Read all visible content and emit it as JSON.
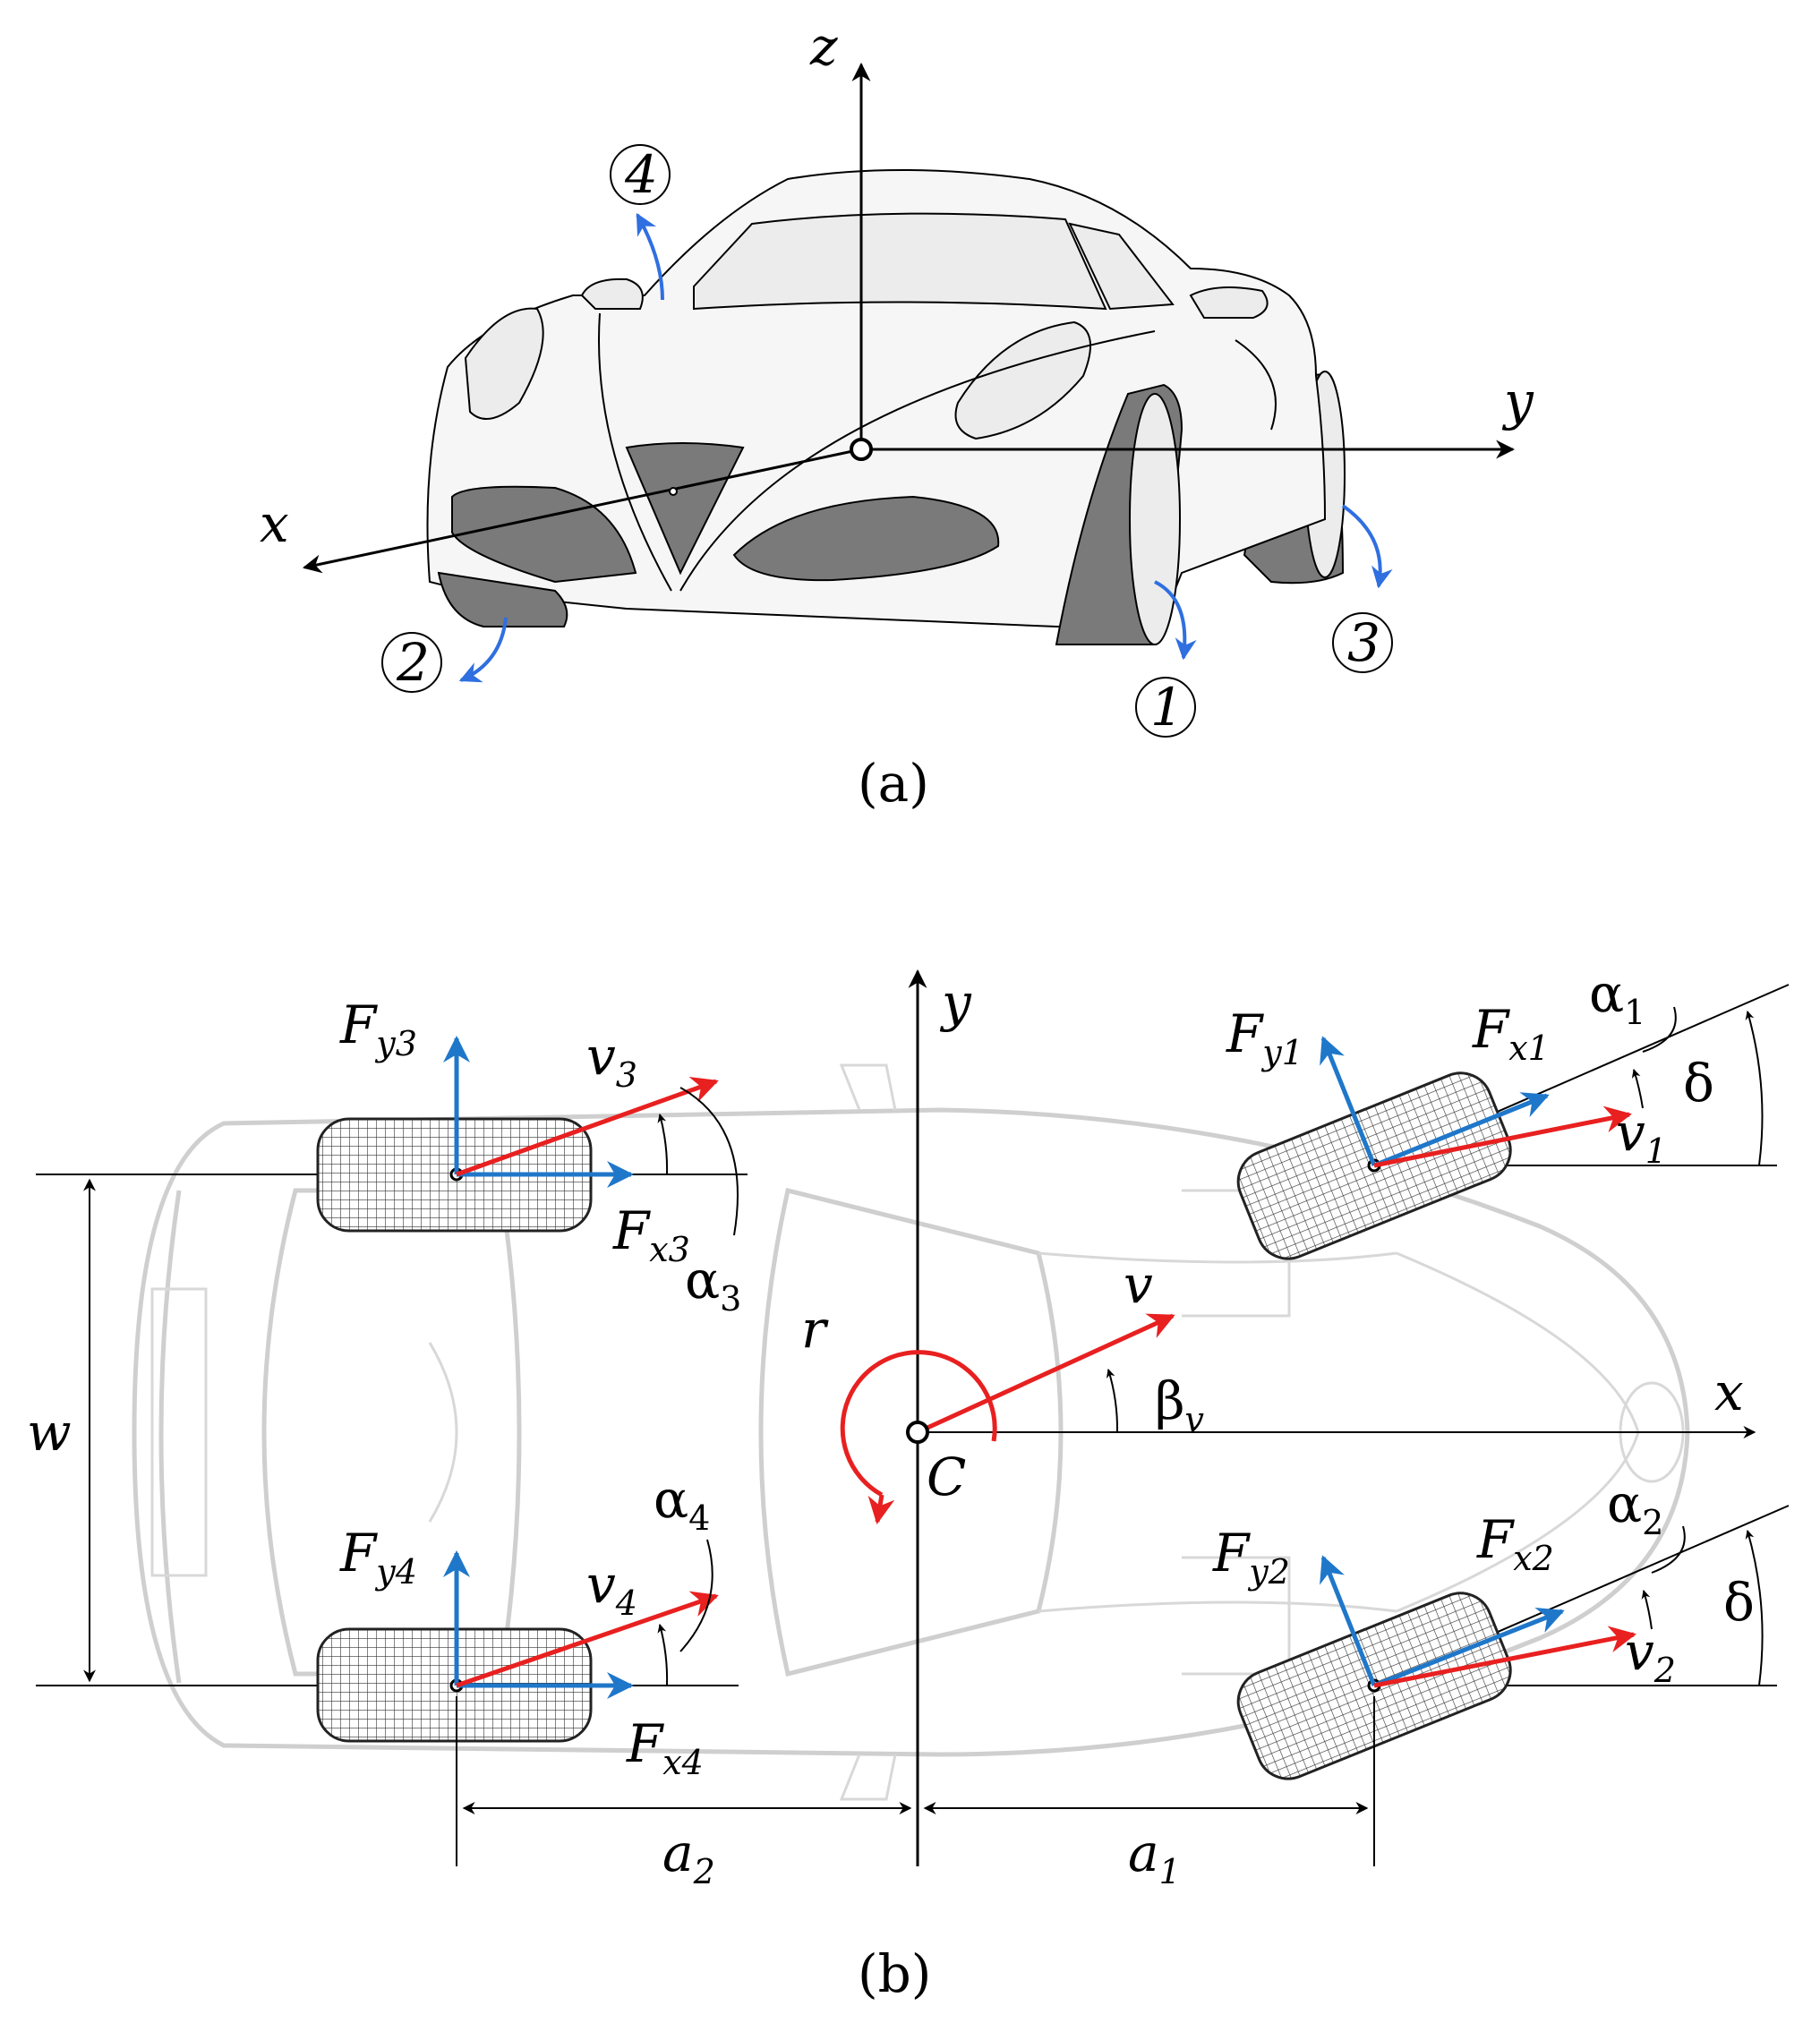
{
  "panel_a": {
    "caption": "(a)",
    "axes": {
      "x": "x",
      "y": "y",
      "z": "z"
    },
    "wheel_numbers": [
      "1",
      "2",
      "3",
      "4"
    ]
  },
  "panel_b": {
    "caption": "(b)",
    "axes": {
      "x": "x",
      "y": "y"
    },
    "center": "C",
    "yaw_rate": "r",
    "velocity": "v",
    "sideslip": {
      "base": "β",
      "sub": "v"
    },
    "track": "w",
    "distances": {
      "a1": {
        "base": "a",
        "sub": "1"
      },
      "a2": {
        "base": "a",
        "sub": "2"
      }
    },
    "steer_angle": "δ",
    "wheels": {
      "w1": {
        "fx": "x1",
        "fy": "y1",
        "v": "1",
        "alpha": "1"
      },
      "w2": {
        "fx": "x2",
        "fy": "y2",
        "v": "2",
        "alpha": "2"
      },
      "w3": {
        "fx": "x3",
        "fy": "y3",
        "v": "3",
        "alpha": "3"
      },
      "w4": {
        "fx": "x4",
        "fy": "y4",
        "v": "4",
        "alpha": "4"
      }
    },
    "force_symbol": "F",
    "velocity_symbol": "v",
    "slip_symbol": "α"
  },
  "colors": {
    "force_arrow": "#1f77c9",
    "velocity_arrow": "#e82020",
    "rotation_arrow": "#2f6fe0",
    "ghost_car": "#cfcfcf"
  }
}
